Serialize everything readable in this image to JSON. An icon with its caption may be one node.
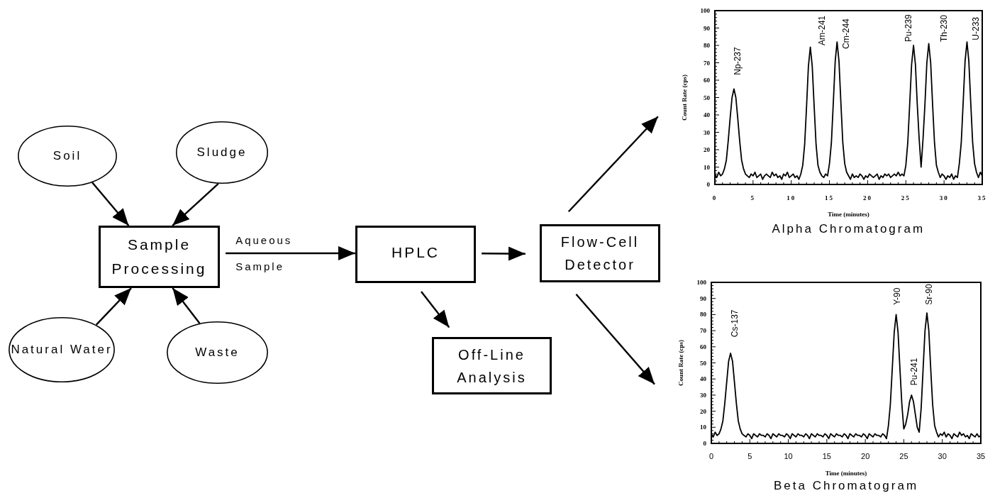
{
  "diagram": {
    "nodes": [
      {
        "text": [
          "Soil"
        ]
      },
      {
        "text": [
          "Sludge"
        ]
      },
      {
        "text": [
          "Sample Processing"
        ]
      },
      {
        "text": [
          "Natural Water"
        ]
      },
      {
        "text": [
          "Waste"
        ]
      },
      {
        "text": [
          "HPLC"
        ]
      },
      {
        "text": [
          "Flow-Cell Detector"
        ]
      },
      {
        "text": [
          "Off-Line Analysis"
        ]
      },
      {
        "text": [],
        "shape": "chart"
      },
      {
        "text": [],
        "shape": "chart"
      }
    ],
    "edges": [
      {
        "from": 0,
        "to": 2,
        "arrow": "to"
      },
      {
        "from": 1,
        "to": 2,
        "arrow": "to"
      },
      {
        "from": 3,
        "to": 2,
        "arrow": "to"
      },
      {
        "from": 4,
        "to": 2,
        "arrow": "to"
      },
      {
        "from": 2,
        "to": 5,
        "arrow": "to",
        "label": "Aqueous Sample"
      },
      {
        "from": 5,
        "to": 6,
        "arrow": "to"
      },
      {
        "from": 5,
        "to": 7,
        "arrow": "to"
      },
      {
        "from": 6,
        "to": 8,
        "arrow": "to"
      },
      {
        "from": 6,
        "to": 9,
        "arrow": "to"
      }
    ],
    "chart_data": [
      {
        "type": "line",
        "title": "Alpha Chromatogram",
        "xlabel": "Time (minutes)",
        "ylabel": "Count Rate (cps)",
        "x": [
          0,
          0.25,
          0.5,
          0.75,
          1,
          1.25,
          1.5,
          1.75,
          2,
          2.25,
          2.5,
          2.75,
          3,
          3.25,
          3.5,
          3.75,
          4,
          4.25,
          4.5,
          4.75,
          5,
          5.25,
          5.5,
          5.75,
          6,
          6.25,
          6.5,
          6.75,
          7,
          7.25,
          7.5,
          7.75,
          8,
          8.25,
          8.5,
          8.75,
          9,
          9.25,
          9.5,
          9.75,
          10,
          10.25,
          10.5,
          10.75,
          11,
          11.25,
          11.5,
          11.75,
          12,
          12.25,
          12.5,
          12.75,
          13,
          13.25,
          13.5,
          13.75,
          14,
          14.25,
          14.5,
          14.75,
          15,
          15.25,
          15.5,
          15.75,
          16,
          16.25,
          16.5,
          16.75,
          17,
          17.25,
          17.5,
          17.75,
          18,
          18.25,
          18.5,
          18.75,
          19,
          19.25,
          19.5,
          19.75,
          20,
          20.25,
          20.5,
          20.75,
          21,
          21.25,
          21.5,
          21.75,
          22,
          22.25,
          22.5,
          22.75,
          23,
          23.25,
          23.5,
          23.75,
          24,
          24.25,
          24.5,
          24.75,
          25,
          25.25,
          25.5,
          25.75,
          26,
          26.25,
          26.5,
          26.75,
          27,
          27.25,
          27.5,
          27.75,
          28,
          28.25,
          28.5,
          28.75,
          29,
          29.25,
          29.5,
          29.75,
          30,
          30.25,
          30.5,
          30.75,
          31,
          31.25,
          31.5,
          31.75,
          32,
          32.25,
          32.5,
          32.75,
          33,
          33.25,
          33.5,
          33.75,
          34,
          34.25,
          34.5,
          34.75,
          35
        ],
        "series": [
          {
            "values": [
              6,
              4,
              7,
              5,
              6,
              9,
              14,
              25,
              38,
              50,
              55,
              50,
              38,
              25,
              14,
              9,
              6,
              5,
              4,
              6,
              5,
              7,
              4,
              5,
              6,
              3,
              5,
              6,
              5,
              4,
              7,
              5,
              6,
              4,
              5,
              3,
              6,
              5,
              7,
              4,
              5,
              6,
              4,
              5,
              3,
              6,
              11,
              23,
              45,
              68,
              79,
              68,
              45,
              23,
              11,
              7,
              5,
              4,
              6,
              5,
              12,
              24,
              47,
              71,
              82,
              71,
              47,
              24,
              12,
              7,
              5,
              3,
              6,
              4,
              5,
              4,
              6,
              5,
              3,
              5,
              4,
              6,
              5,
              4,
              5,
              6,
              3,
              5,
              4,
              6,
              5,
              6,
              4,
              5,
              6,
              5,
              7,
              5,
              6,
              5,
              11,
              24,
              46,
              69,
              80,
              69,
              46,
              26,
              10,
              26,
              46,
              70,
              81,
              70,
              46,
              24,
              11,
              7,
              4,
              6,
              5,
              3,
              5,
              4,
              6,
              3,
              5,
              4,
              12,
              24,
              47,
              71,
              82,
              71,
              47,
              24,
              12,
              7,
              4,
              7,
              5
            ]
          }
        ],
        "xlim": [
          0,
          35
        ],
        "ylim": [
          0,
          100
        ],
        "xticks": [
          0,
          5,
          10,
          15,
          20,
          25,
          30,
          35
        ],
        "yticks": [
          0,
          10,
          20,
          30,
          40,
          50,
          60,
          70,
          80,
          90,
          100
        ],
        "annotations": [
          "Np-237",
          "Am-241",
          "Cm-244",
          "Pu-239",
          "Th-230",
          "U-233"
        ]
      },
      {
        "type": "line",
        "title": "Beta Chromatogram",
        "xlabel": "Time (minutes)",
        "ylabel": "Count Rate (cps)",
        "x": [
          0,
          0.25,
          0.5,
          0.75,
          1,
          1.25,
          1.5,
          1.75,
          2,
          2.25,
          2.5,
          2.75,
          3,
          3.25,
          3.5,
          3.75,
          4,
          4.25,
          4.5,
          4.75,
          5,
          5.25,
          5.5,
          5.75,
          6,
          6.25,
          6.5,
          6.75,
          7,
          7.25,
          7.5,
          7.75,
          8,
          8.25,
          8.5,
          8.75,
          9,
          9.25,
          9.5,
          9.75,
          10,
          10.25,
          10.5,
          10.75,
          11,
          11.25,
          11.5,
          11.75,
          12,
          12.25,
          12.5,
          12.75,
          13,
          13.25,
          13.5,
          13.75,
          14,
          14.25,
          14.5,
          14.75,
          15,
          15.25,
          15.5,
          15.75,
          16,
          16.25,
          16.5,
          16.75,
          17,
          17.25,
          17.5,
          17.75,
          18,
          18.25,
          18.5,
          18.75,
          19,
          19.25,
          19.5,
          19.75,
          20,
          20.25,
          20.5,
          20.75,
          21,
          21.25,
          21.5,
          21.75,
          22,
          22.25,
          22.5,
          22.75,
          23,
          23.25,
          23.5,
          23.75,
          24,
          24.25,
          24.5,
          24.75,
          25,
          25.25,
          25.5,
          25.75,
          26,
          26.25,
          26.5,
          26.75,
          27,
          27.25,
          27.5,
          27.75,
          28,
          28.25,
          28.5,
          28.75,
          29,
          29.25,
          29.5,
          29.75,
          30,
          30.25,
          30.5,
          30.75,
          31,
          31.25,
          31.5,
          31.75,
          32,
          32.25,
          32.5,
          32.75,
          33,
          33.25,
          33.5,
          33.75,
          34,
          34.25,
          34.5,
          34.75,
          35
        ],
        "series": [
          {
            "values": [
              6,
              4,
              7,
              5,
              6,
              9,
              14,
              25,
              38,
              51,
              56,
              51,
              38,
              25,
              14,
              9,
              6,
              5,
              4,
              6,
              5,
              3,
              6,
              5,
              4,
              6,
              5,
              5,
              4,
              6,
              5,
              3,
              6,
              5,
              4,
              6,
              5,
              5,
              4,
              6,
              5,
              3,
              6,
              5,
              4,
              6,
              5,
              5,
              4,
              6,
              5,
              3,
              6,
              5,
              4,
              6,
              5,
              5,
              4,
              6,
              5,
              3,
              6,
              5,
              4,
              6,
              5,
              5,
              4,
              6,
              5,
              3,
              6,
              5,
              4,
              6,
              5,
              5,
              4,
              6,
              5,
              3,
              6,
              5,
              4,
              6,
              5,
              5,
              4,
              6,
              5,
              3,
              11,
              24,
              46,
              69,
              80,
              69,
              46,
              24,
              9,
              12,
              18,
              26,
              30,
              26,
              18,
              10,
              7,
              22,
              46,
              70,
              81,
              70,
              46,
              24,
              11,
              7,
              4,
              6,
              5,
              7,
              4,
              6,
              5,
              3,
              6,
              5,
              4,
              7,
              5,
              6,
              4,
              5,
              3,
              6,
              5,
              4,
              6,
              4,
              5
            ]
          }
        ],
        "xlim": [
          0,
          35
        ],
        "ylim": [
          0,
          100
        ],
        "xticks": [
          0,
          5,
          10,
          15,
          20,
          25,
          30,
          35
        ],
        "yticks": [
          0,
          10,
          20,
          30,
          40,
          50,
          60,
          70,
          80,
          90,
          100
        ],
        "annotations": [
          "Cs-137",
          "Y-90",
          "Pu-241",
          "Sr-90"
        ]
      }
    ]
  }
}
